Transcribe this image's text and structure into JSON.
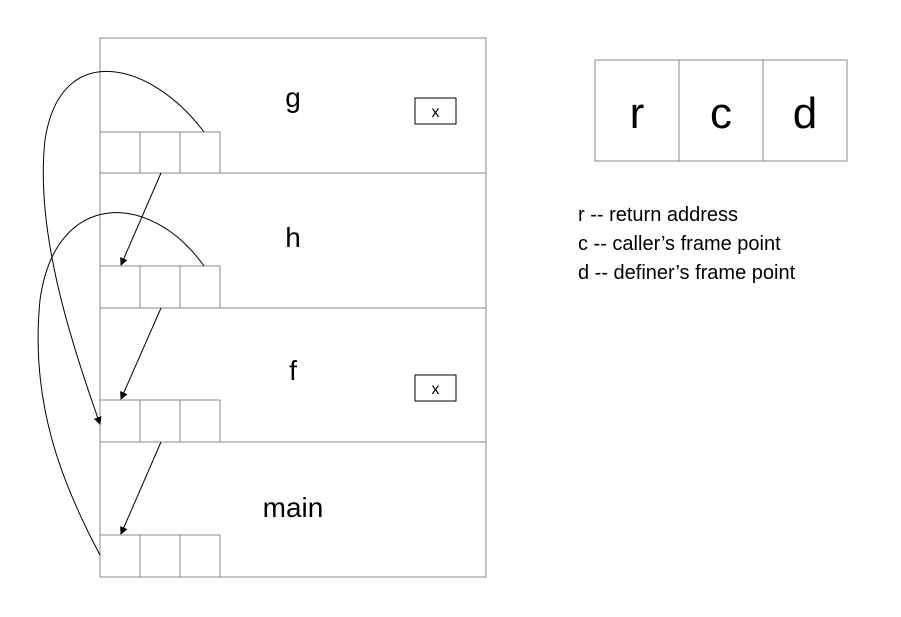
{
  "frames": [
    {
      "name": "g",
      "has_var": true,
      "var_label": "x"
    },
    {
      "name": "h",
      "has_var": false
    },
    {
      "name": "f",
      "has_var": true,
      "var_label": "x"
    },
    {
      "name": "main",
      "has_var": false
    }
  ],
  "key": [
    "r",
    "c",
    "d"
  ],
  "legend": [
    "r -- return address",
    "c -- caller’s frame point",
    "d -- definer’s frame point"
  ]
}
